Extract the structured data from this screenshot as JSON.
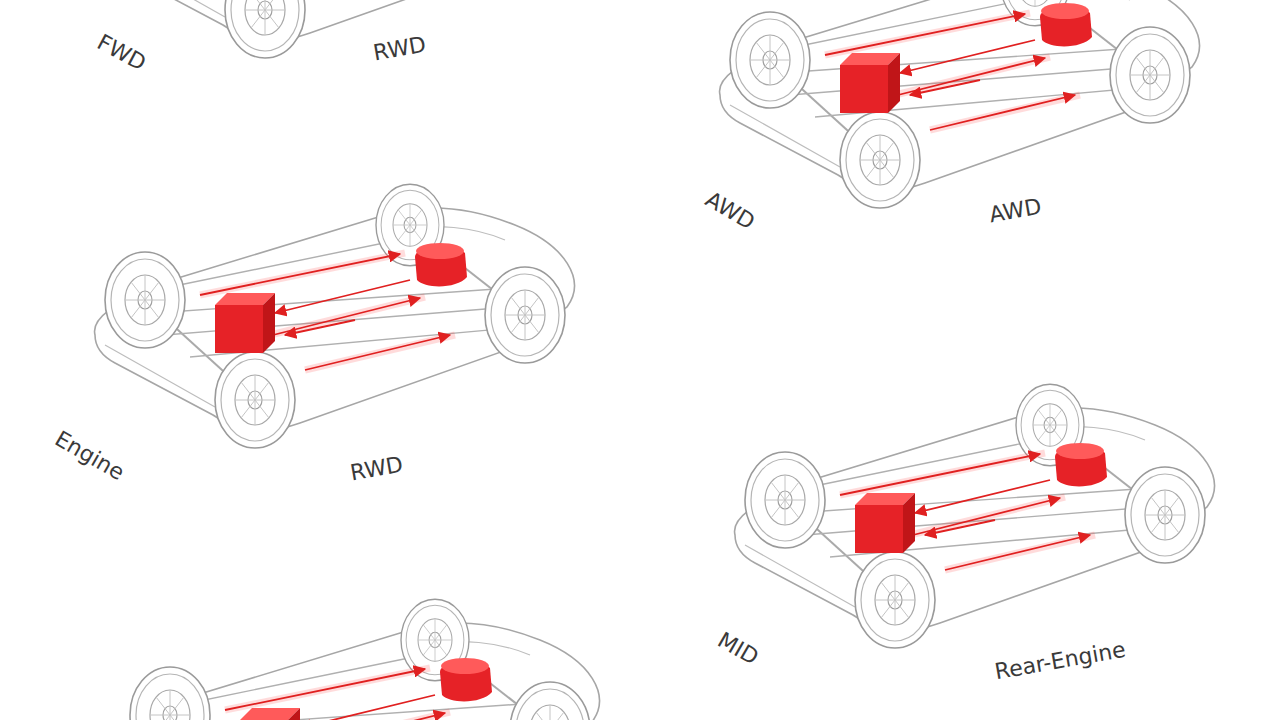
{
  "diagram": {
    "labels": [
      "FWD",
      "RWD",
      "AWD",
      "AWD",
      "Engine",
      "RWD",
      "MID",
      "Rear-Engine"
    ]
  }
}
